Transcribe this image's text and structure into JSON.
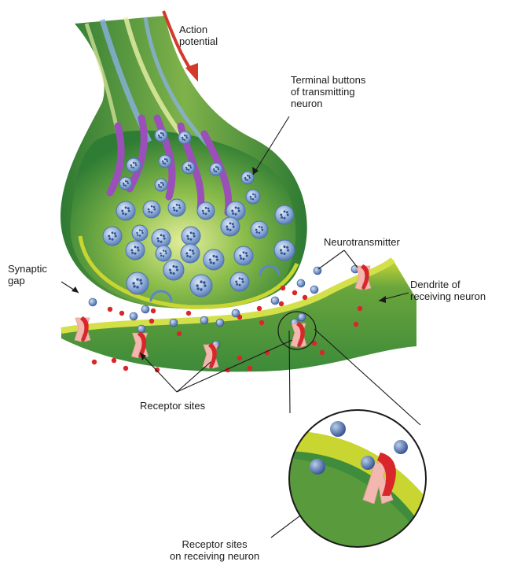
{
  "labels": {
    "action_potential": "Action\npotential",
    "terminal_buttons": "Terminal buttons\nof transmitting\nneuron",
    "neurotransmitter": "Neurotransmitter",
    "synaptic_gap": "Synaptic\ngap",
    "dendrite": "Dendrite of\nreceiving neuron",
    "receptor_sites": "Receptor sites",
    "receptor_sites_receiving": "Receptor sites\non receiving neuron"
  },
  "colors": {
    "axon_green": "#3f8f3a",
    "membrane_yellow": "#c9d631",
    "vesicle_blue": "#6f93c9",
    "purple_branch": "#9b59b6",
    "receptor_pink": "#f2b8b0",
    "receptor_red": "#d9262b",
    "arrow_red": "#d33a2c",
    "dendrite_green": "#4f9a3e"
  },
  "icons": {
    "action_arrow": "red-curved-arrow",
    "vesicle": "blue-vesicle-sphere",
    "receptor": "red-pink-receptor-channel",
    "molecule": "neurotransmitter-molecule"
  }
}
